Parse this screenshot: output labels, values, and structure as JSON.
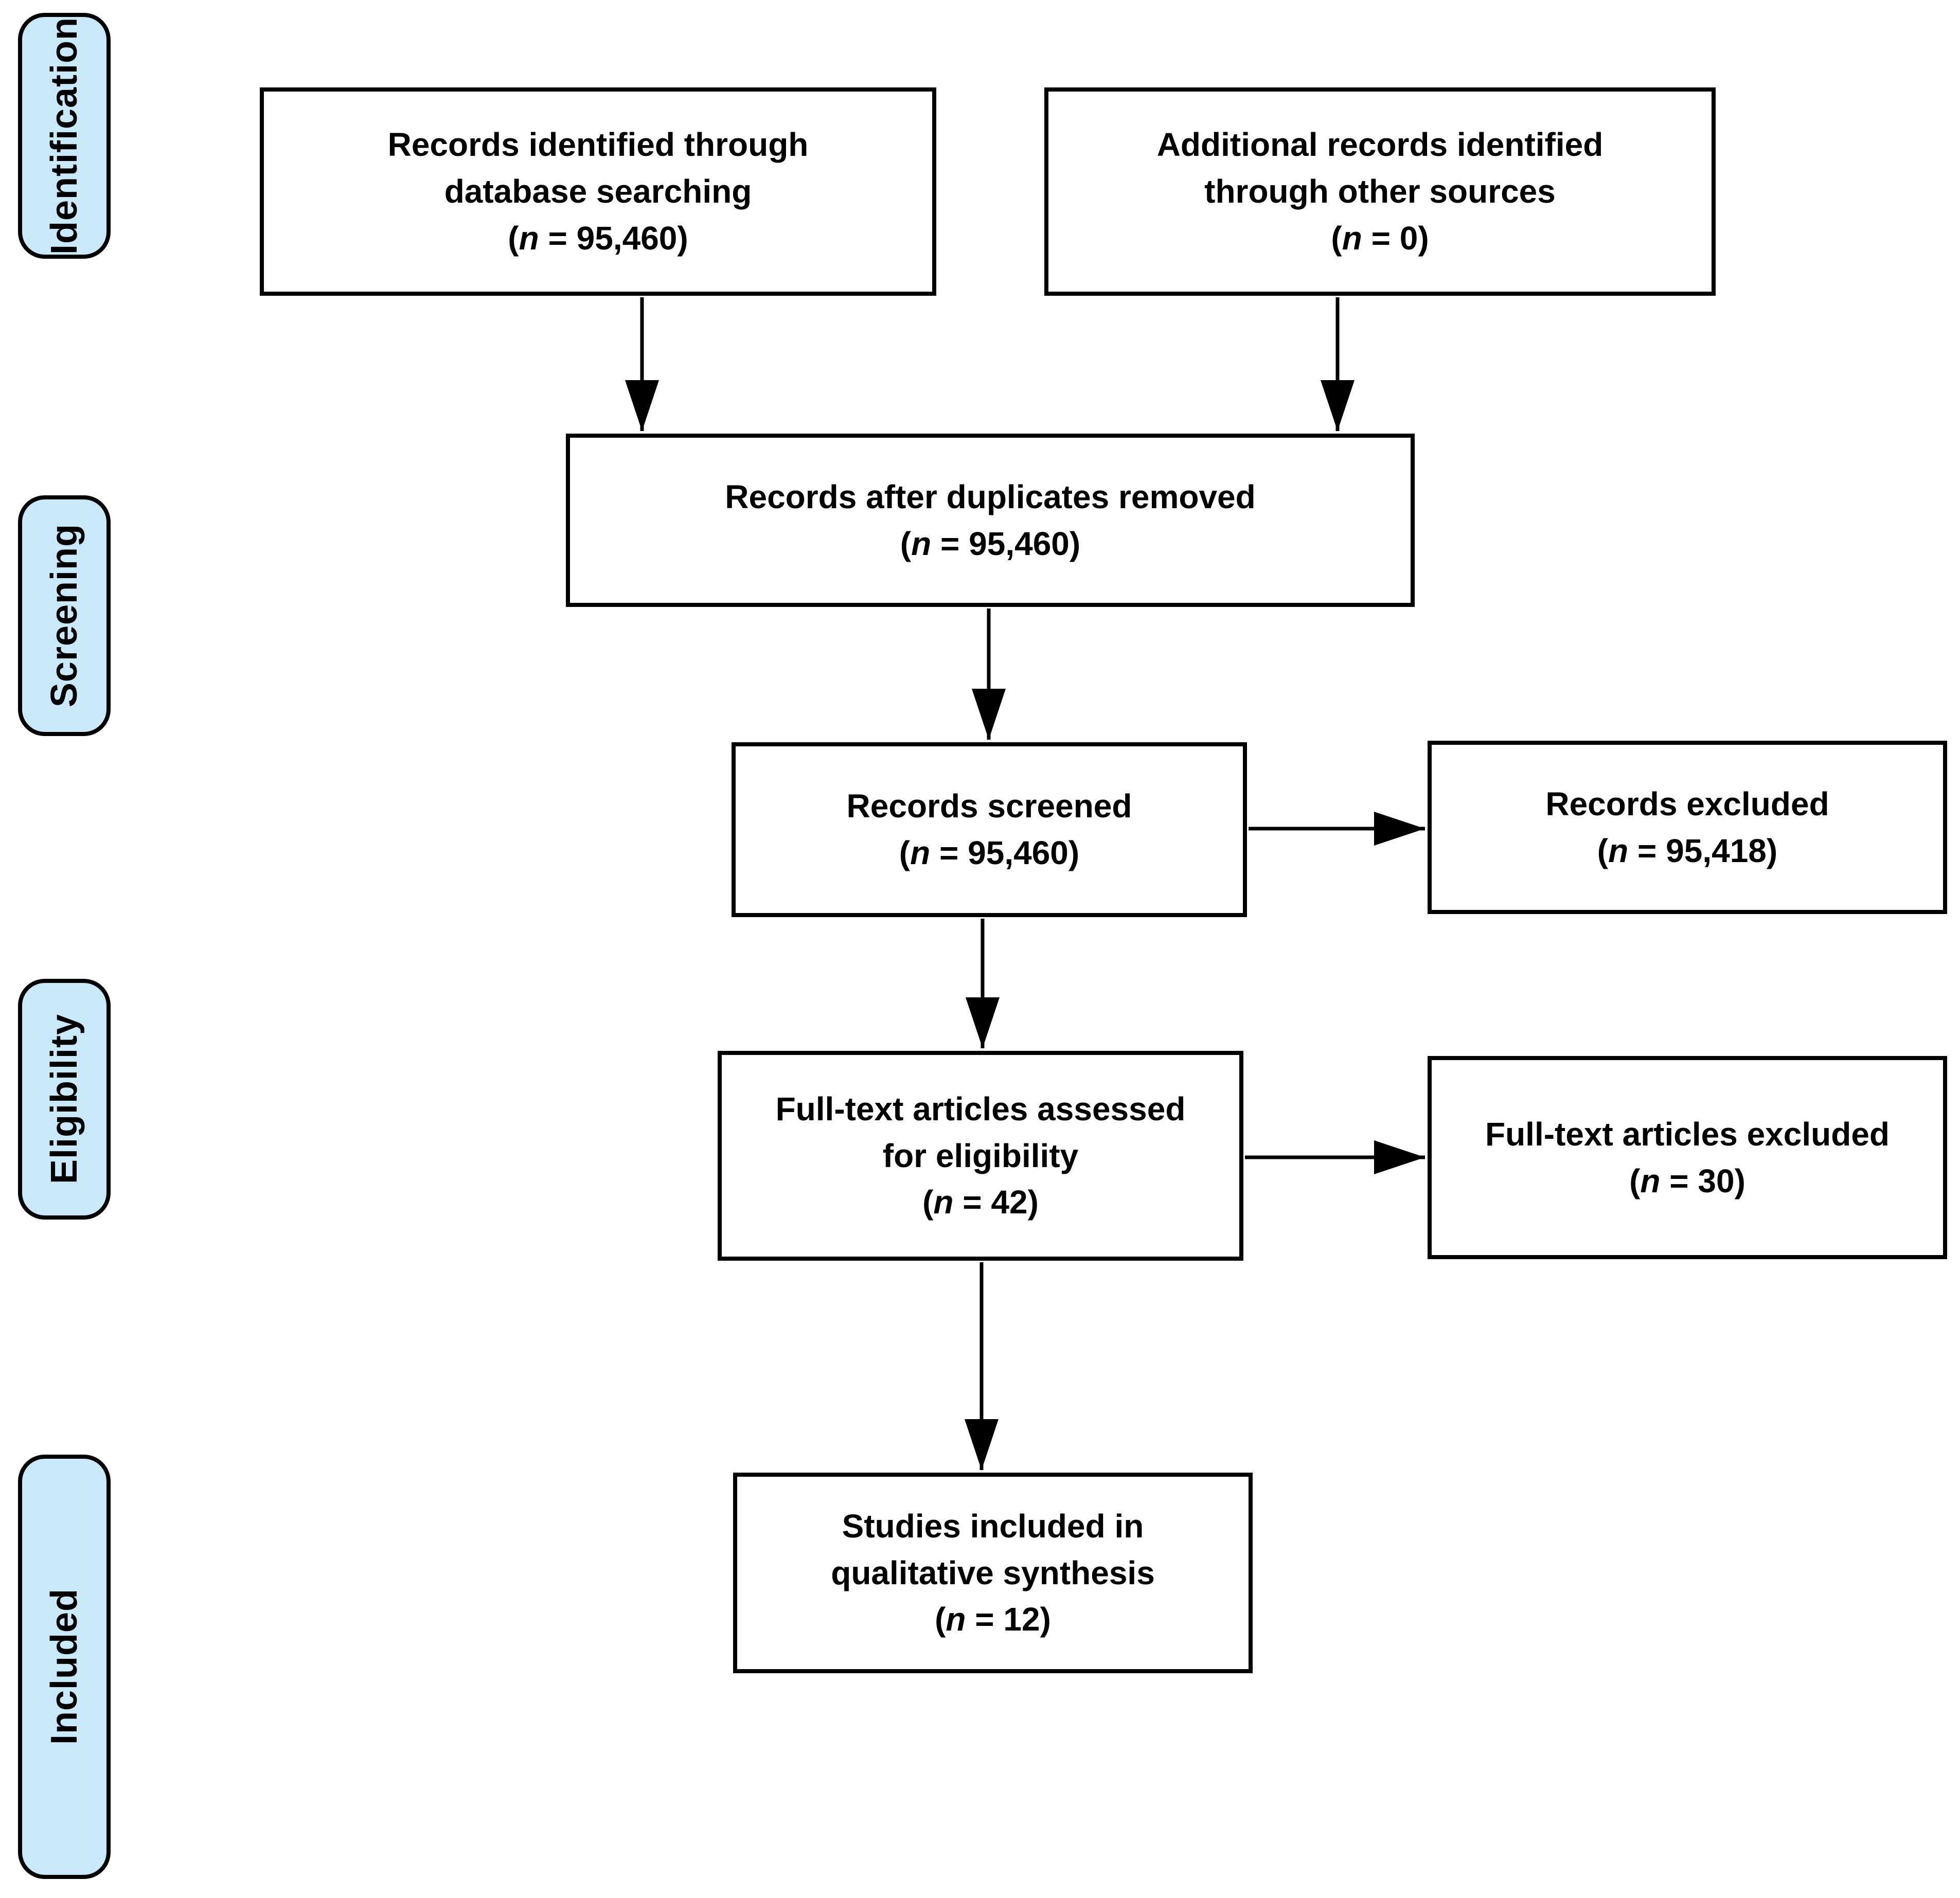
{
  "diagram_type": "prisma-flow-diagram",
  "colors": {
    "stage_fill": "#C9E8FA",
    "box_fill": "#FFFFFF",
    "border": "#000000",
    "text": "#000000"
  },
  "stages": [
    {
      "label": "Identification"
    },
    {
      "label": "Screening"
    },
    {
      "label": "Eligibility"
    },
    {
      "label": "Included"
    }
  ],
  "boxes": {
    "identified": {
      "line1": "Records identified through",
      "line2": "database searching",
      "n_prefix": "(",
      "n_symbol": "n",
      "n_suffix": " = 95,460)"
    },
    "additional": {
      "line1": "Additional records identified",
      "line2": "through other sources",
      "n_prefix": "(",
      "n_symbol": "n",
      "n_suffix": " = 0)"
    },
    "deduplicated": {
      "line1": "Records after duplicates removed",
      "n_prefix": "(",
      "n_symbol": "n",
      "n_suffix": " = 95,460)"
    },
    "screened": {
      "line1": "Records screened",
      "n_prefix": "(",
      "n_symbol": "n",
      "n_suffix": " = 95,460)"
    },
    "records_excluded": {
      "line1": "Records excluded",
      "n_prefix": "(",
      "n_symbol": "n",
      "n_suffix": " = 95,418)"
    },
    "fulltext_assessed": {
      "line1": "Full-text articles assessed",
      "line2": "for eligibility",
      "n_prefix": "(",
      "n_symbol": "n",
      "n_suffix": " = 42)"
    },
    "fulltext_excluded": {
      "line1": "Full-text articles excluded",
      "n_prefix": "(",
      "n_symbol": "n",
      "n_suffix": " = 30)"
    },
    "included_studies": {
      "line1": "Studies included in",
      "line2": "qualitative synthesis",
      "n_prefix": "(",
      "n_symbol": "n",
      "n_suffix": " = 12)"
    }
  }
}
